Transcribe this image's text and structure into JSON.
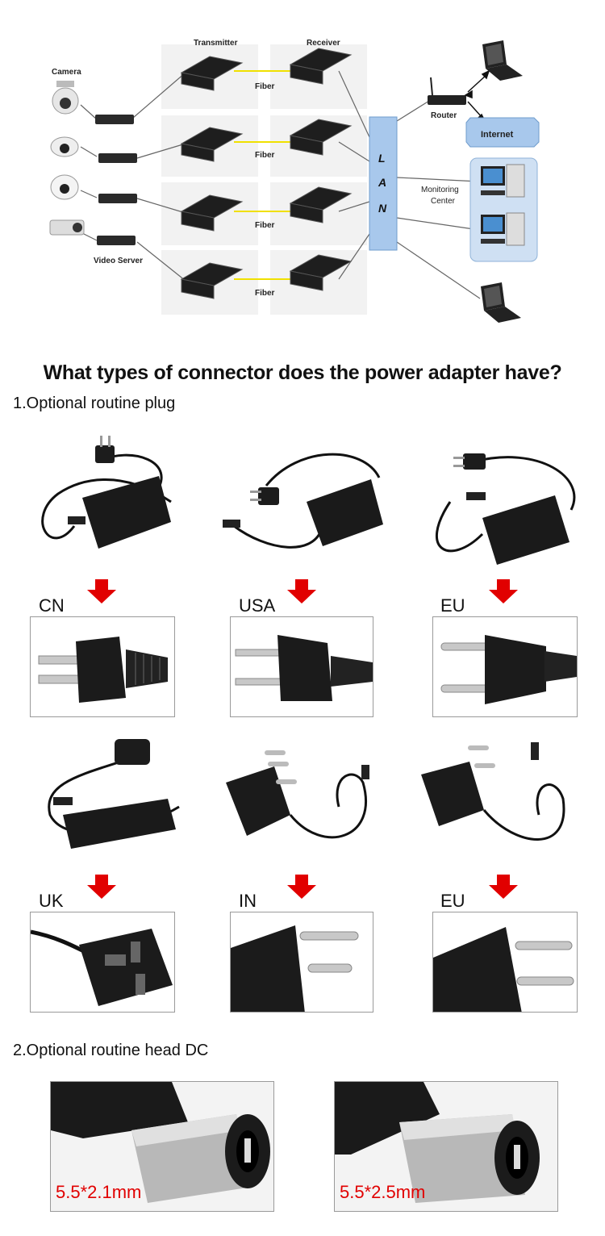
{
  "diagram": {
    "labels": {
      "camera": "Camera",
      "transmitter": "Transmitter",
      "receiver": "Receiver",
      "fiber": "Fiber",
      "video_server": "Video Server",
      "router": "Router",
      "internet": "Internet",
      "monitoring": "Monitoring",
      "center": "Center",
      "lan": [
        "L",
        "A",
        "N"
      ]
    }
  },
  "title": "What types of connector does the power adapter have?",
  "section1": "1.Optional routine plug",
  "plugs_row1": [
    {
      "label": "CN"
    },
    {
      "label": "USA"
    },
    {
      "label": "EU"
    }
  ],
  "plugs_row2": [
    {
      "label": "UK"
    },
    {
      "label": "IN"
    },
    {
      "label": "EU"
    }
  ],
  "section2": "2.Optional routine head DC",
  "dc": [
    {
      "label": "5.5*2.1mm"
    },
    {
      "label": "5.5*2.5mm"
    }
  ],
  "colors": {
    "arrow": "#e10000",
    "lan_bar": "#a8c8ec",
    "monitor_box": "#cfe0f3",
    "fiber": "#f0e000"
  }
}
